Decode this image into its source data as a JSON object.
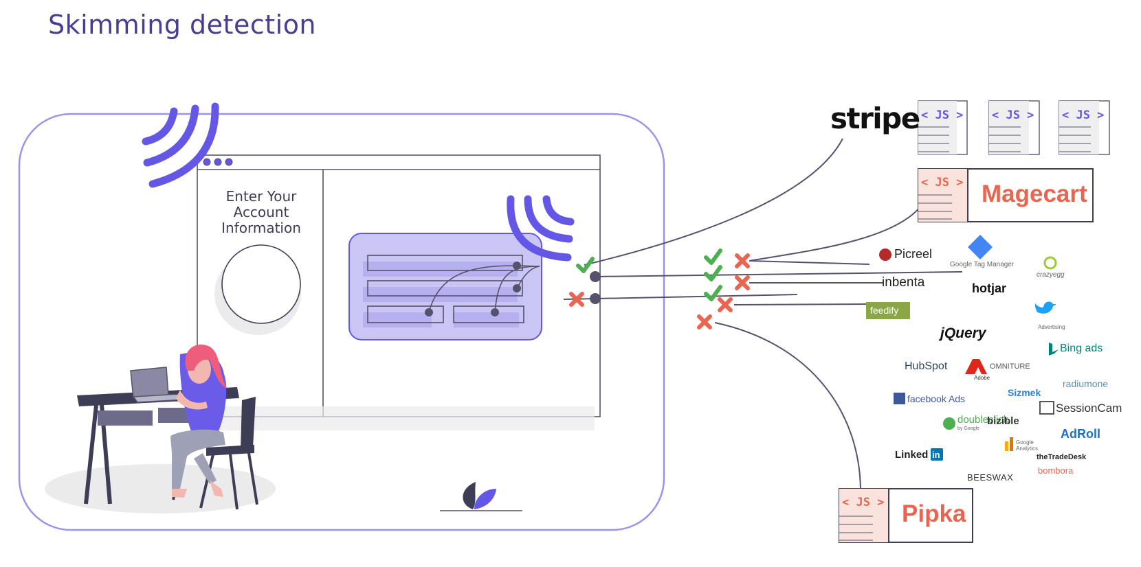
{
  "title": "Skimming detection",
  "form_panel": {
    "heading": "Enter Your Account Information"
  },
  "vendors": {
    "stripe": "stripe",
    "js_tag": "< JS >",
    "magecart": "Magecart",
    "pipka": "Pipka"
  },
  "logos": {
    "picreel": "Picreel",
    "google_tag_manager": "Google Tag Manager",
    "crazyegg": "crazyegg",
    "inbenta": "inbenta",
    "hotjar": "hotjar",
    "feedify": "feedify",
    "twitter": "Advertising",
    "jquery": "jQuery",
    "bing_ads": "Bing ads",
    "hubspot": "HubSpot",
    "omniture": "OMNITURE",
    "adobe": "Adobe",
    "radiumone": "radiumone",
    "sizmek": "Sizmek",
    "facebook_ads": "facebook Ads",
    "sessioncam": "SessionCam",
    "doubleclick": "doubleclick",
    "doubleclick_sub": "by Google",
    "bizible": "bizible",
    "adroll": "AdRoll",
    "linkedin": "Linked",
    "linkedin_in": "in",
    "google_analytics": "Google Analytics",
    "thetradedesk": "theTradeDesk",
    "beeswax": "BEESWAX",
    "bombora": "bombora"
  },
  "colors": {
    "title": "#4a3d8f",
    "accent": "#6457e6",
    "check": "#4caf50",
    "cross": "#e8664f",
    "line": "#55526b"
  }
}
